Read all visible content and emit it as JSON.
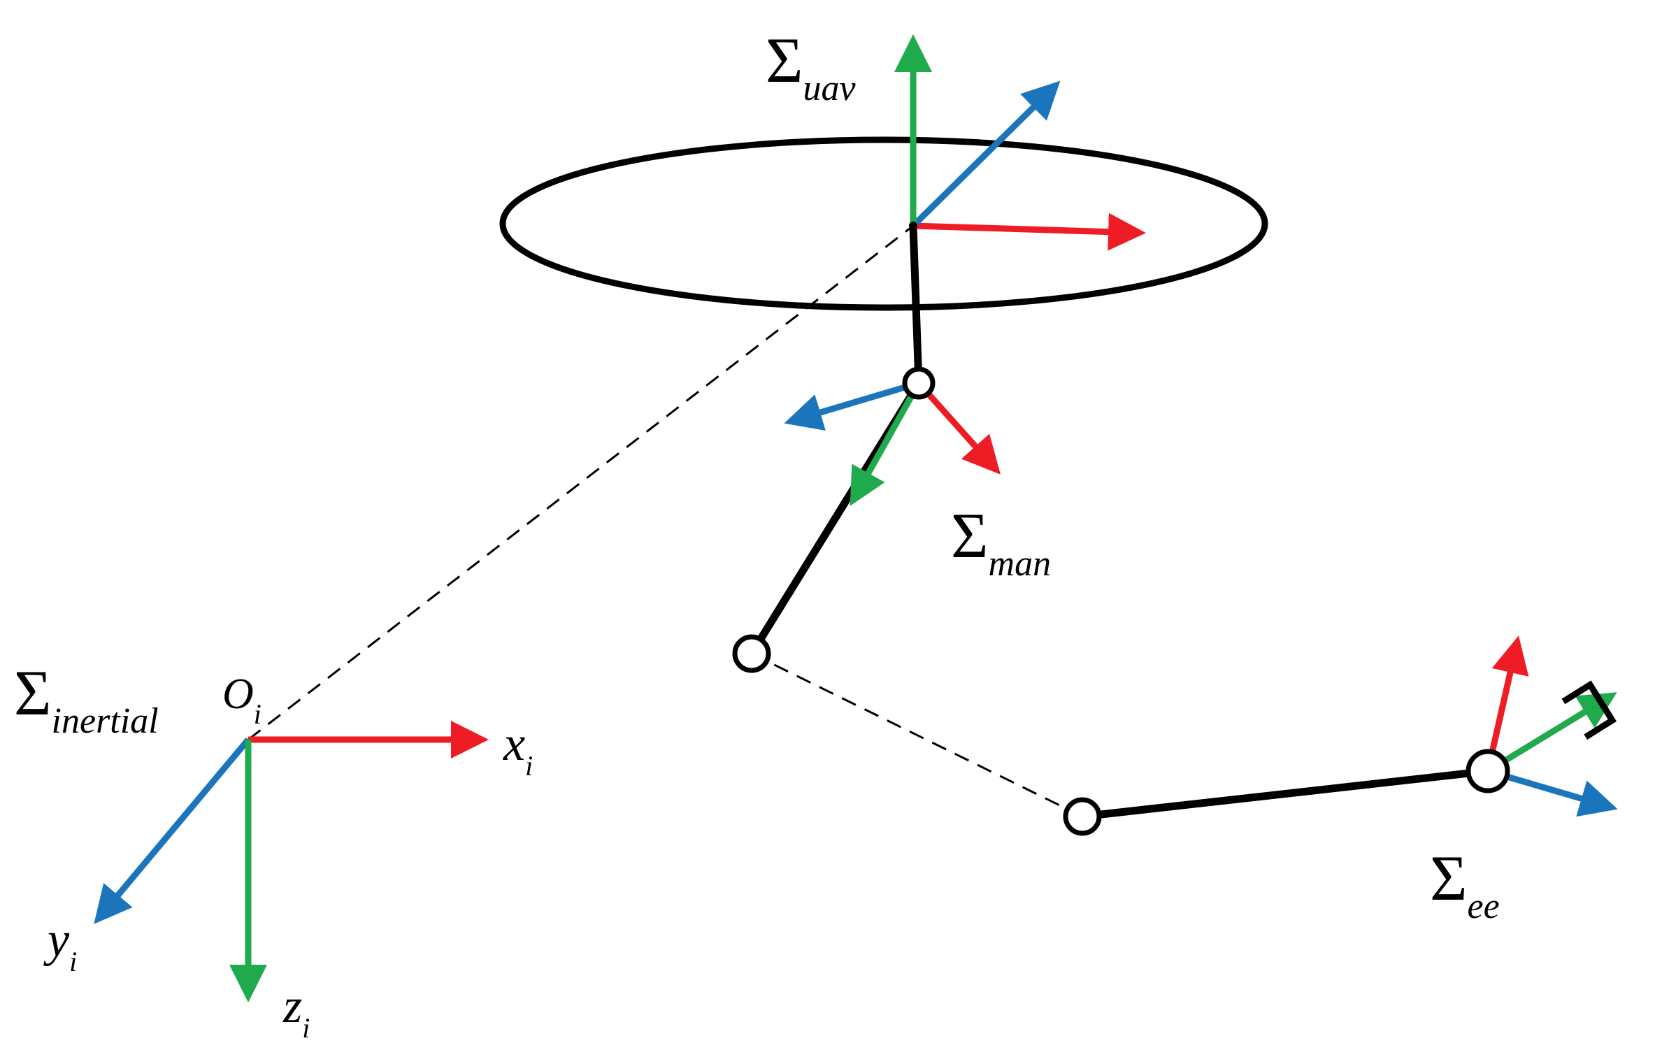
{
  "colors": {
    "x_axis": "#ee1c25",
    "y_axis": "#1b75bc",
    "z_axis": "#1faa4b",
    "link": "#000000",
    "background": "#ffffff"
  },
  "labels": {
    "sigma": "Σ",
    "uav": "uav",
    "man": "man",
    "ee": "ee",
    "inertial": "inertial",
    "origin": "O",
    "origin_sub": "i",
    "x": "x",
    "x_sub": "i",
    "y": "y",
    "y_sub": "i",
    "z": "z",
    "z_sub": "i"
  }
}
